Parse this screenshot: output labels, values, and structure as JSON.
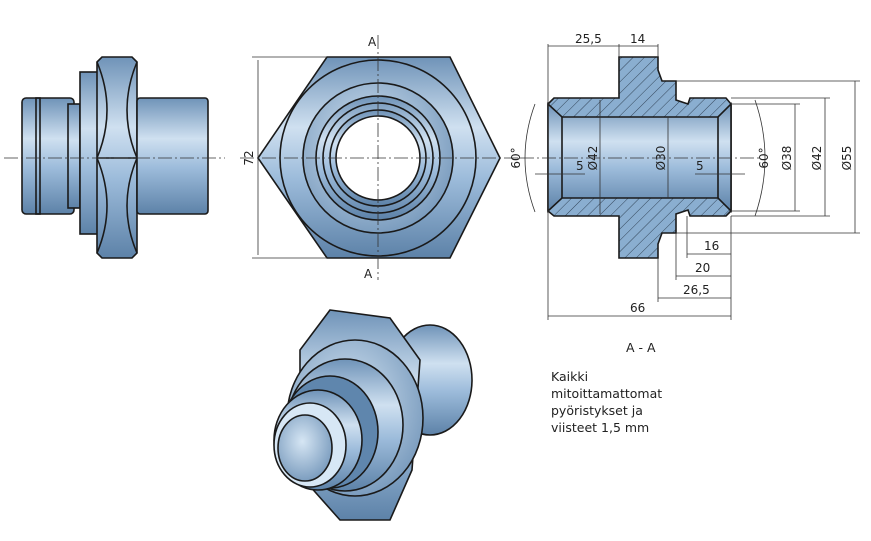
{
  "section_label": "A - A",
  "cut_marks": {
    "top": "A",
    "bottom": "A"
  },
  "front_view": {
    "across_flats": "72"
  },
  "section_view": {
    "dim_top_left": "25,5",
    "dim_top_right": "14",
    "left_angle": "60°",
    "right_angle": "60°",
    "dia_left": "Ø42",
    "dia_bore": "Ø30",
    "chamfer_left": "5",
    "chamfer_right": "5",
    "dia_38": "Ø38",
    "dia_42": "Ø42",
    "dia_55": "Ø55",
    "dim_16": "16",
    "dim_20": "20",
    "dim_26_5": "26,5",
    "dim_66": "66"
  },
  "note": {
    "lines": [
      "Kaikki",
      "mitoittamattomat",
      "pyöristykset ja",
      "viisteet 1,5 mm"
    ]
  },
  "colors": {
    "steel": "#8fb3d6",
    "steel_dark": "#5f86ad",
    "steel_light": "#c9dcee"
  }
}
